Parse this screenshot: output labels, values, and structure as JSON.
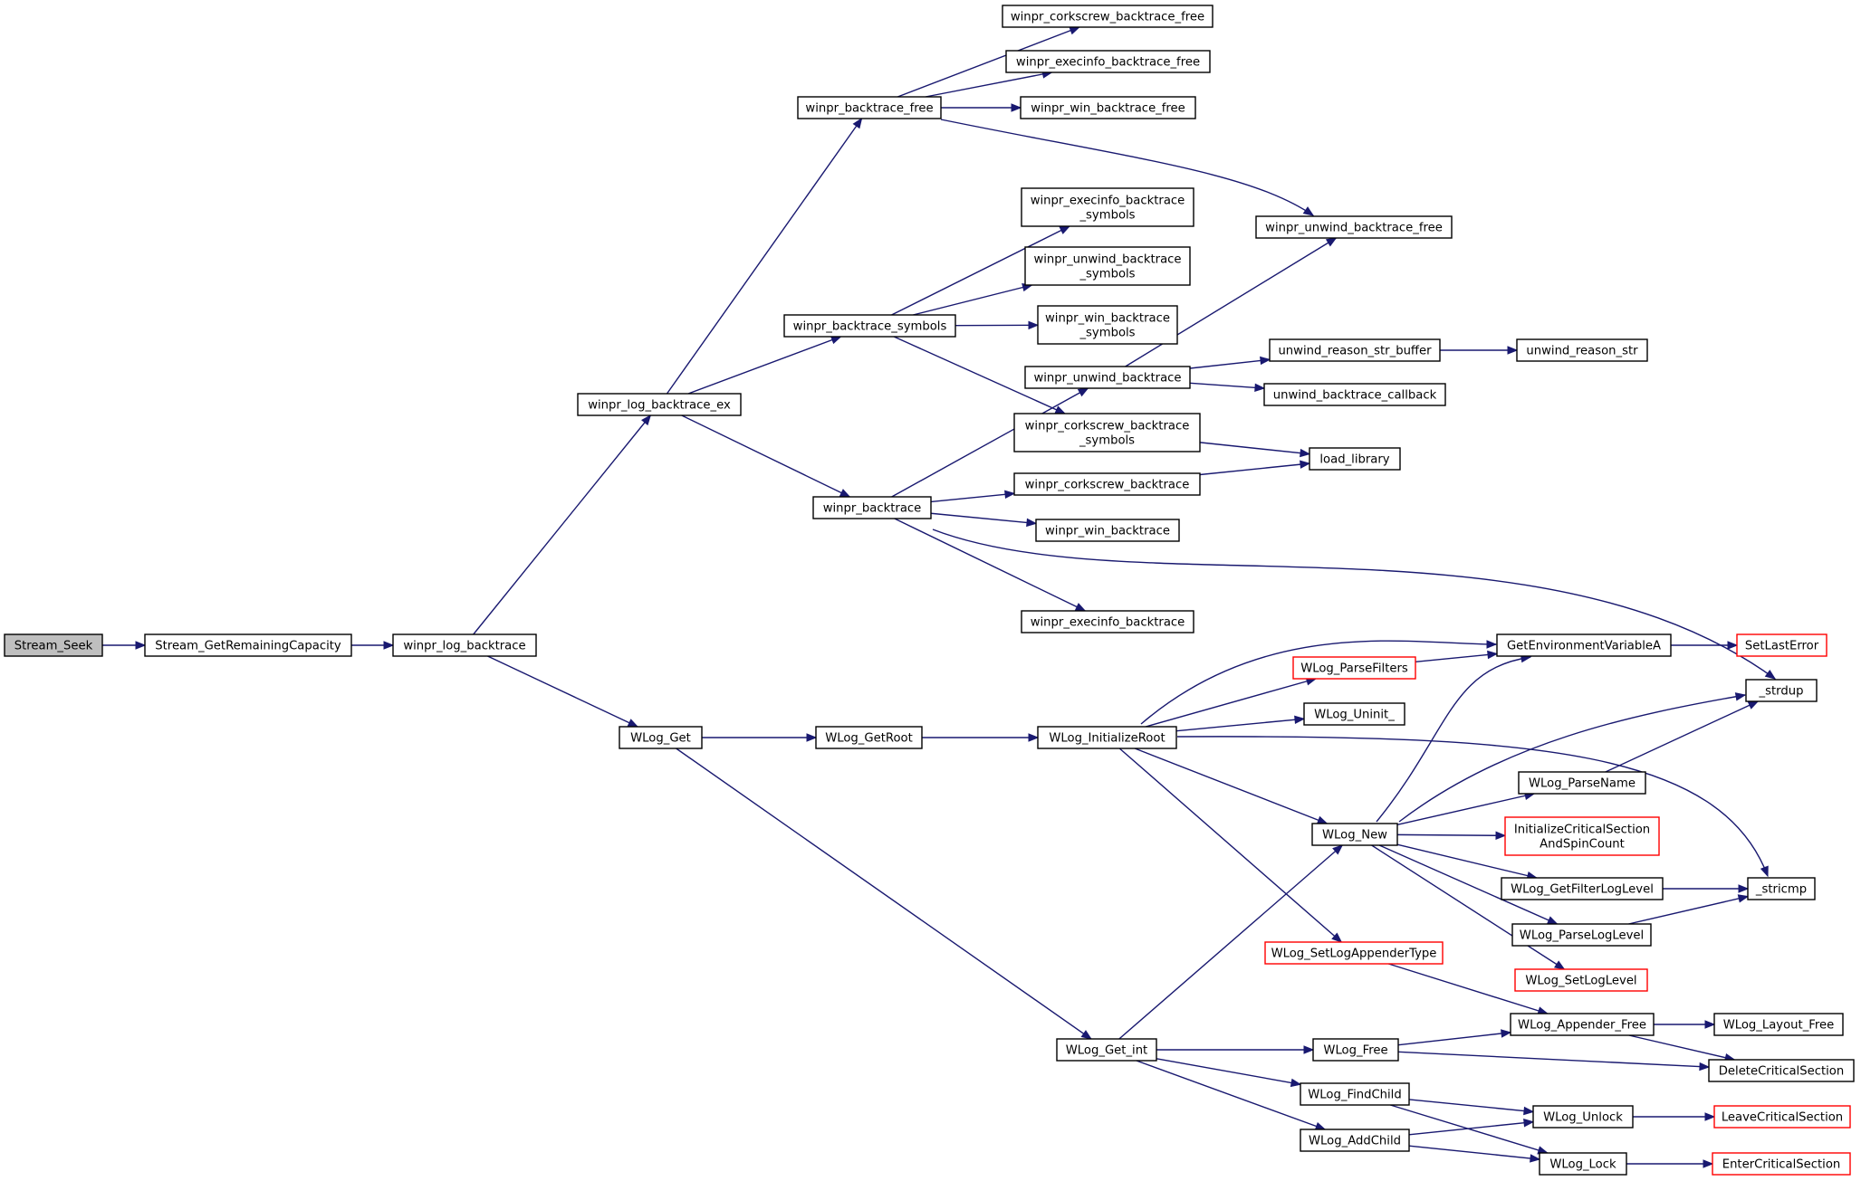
{
  "colors": {
    "edge": "#191970",
    "node_border": "#000000",
    "node_border_missing": "#ff0000",
    "node_fill": "#ffffff",
    "root_fill": "#bfbfbf"
  },
  "nodes": [
    {
      "id": "stream_seek",
      "lines": [
        "Stream_Seek"
      ],
      "root": true
    },
    {
      "id": "stream_getremainingcapacity",
      "lines": [
        "Stream_GetRemainingCapacity"
      ]
    },
    {
      "id": "winpr_log_backtrace",
      "lines": [
        "winpr_log_backtrace"
      ]
    },
    {
      "id": "winpr_log_backtrace_ex",
      "lines": [
        "winpr_log_backtrace_ex"
      ]
    },
    {
      "id": "winpr_backtrace_free",
      "lines": [
        "winpr_backtrace_free"
      ]
    },
    {
      "id": "winpr_corkscrew_backtrace_free",
      "lines": [
        "winpr_corkscrew_backtrace_free"
      ]
    },
    {
      "id": "winpr_execinfo_backtrace_free",
      "lines": [
        "winpr_execinfo_backtrace_free"
      ]
    },
    {
      "id": "winpr_win_backtrace_free",
      "lines": [
        "winpr_win_backtrace_free"
      ]
    },
    {
      "id": "winpr_unwind_backtrace_free",
      "lines": [
        "winpr_unwind_backtrace_free"
      ]
    },
    {
      "id": "winpr_backtrace_symbols",
      "lines": [
        "winpr_backtrace_symbols"
      ]
    },
    {
      "id": "winpr_execinfo_backtrace_symbols",
      "lines": [
        "winpr_execinfo_backtrace",
        "_symbols"
      ]
    },
    {
      "id": "winpr_unwind_backtrace_symbols",
      "lines": [
        "winpr_unwind_backtrace",
        "_symbols"
      ]
    },
    {
      "id": "winpr_win_backtrace_symbols",
      "lines": [
        "winpr_win_backtrace",
        "_symbols"
      ]
    },
    {
      "id": "winpr_corkscrew_backtrace_symbols",
      "lines": [
        "winpr_corkscrew_backtrace",
        "_symbols"
      ]
    },
    {
      "id": "winpr_unwind_backtrace",
      "lines": [
        "winpr_unwind_backtrace"
      ]
    },
    {
      "id": "unwind_reason_str_buffer",
      "lines": [
        "unwind_reason_str_buffer"
      ]
    },
    {
      "id": "unwind_reason_str",
      "lines": [
        "unwind_reason_str"
      ]
    },
    {
      "id": "unwind_backtrace_callback",
      "lines": [
        "unwind_backtrace_callback"
      ]
    },
    {
      "id": "load_library",
      "lines": [
        "load_library"
      ]
    },
    {
      "id": "winpr_backtrace",
      "lines": [
        "winpr_backtrace"
      ]
    },
    {
      "id": "winpr_corkscrew_backtrace",
      "lines": [
        "winpr_corkscrew_backtrace"
      ]
    },
    {
      "id": "winpr_win_backtrace",
      "lines": [
        "winpr_win_backtrace"
      ]
    },
    {
      "id": "winpr_execinfo_backtrace",
      "lines": [
        "winpr_execinfo_backtrace"
      ]
    },
    {
      "id": "strdup",
      "lines": [
        "_strdup"
      ]
    },
    {
      "id": "wlog_get",
      "lines": [
        "WLog_Get"
      ]
    },
    {
      "id": "wlog_getroot",
      "lines": [
        "WLog_GetRoot"
      ]
    },
    {
      "id": "wlog_initializeroot",
      "lines": [
        "WLog_InitializeRoot"
      ]
    },
    {
      "id": "getenvironmentvariablea",
      "lines": [
        "GetEnvironmentVariableA"
      ]
    },
    {
      "id": "setlasterror",
      "lines": [
        "SetLastError"
      ],
      "missing": true
    },
    {
      "id": "wlog_parsefilters",
      "lines": [
        "WLog_ParseFilters"
      ],
      "missing": true
    },
    {
      "id": "wlog_uninit",
      "lines": [
        "WLog_Uninit_"
      ]
    },
    {
      "id": "wlog_parsename",
      "lines": [
        "WLog_ParseName"
      ]
    },
    {
      "id": "wlog_new",
      "lines": [
        "WLog_New"
      ]
    },
    {
      "id": "initializecriticalsection",
      "lines": [
        "InitializeCriticalSection",
        "AndSpinCount"
      ],
      "missing": true
    },
    {
      "id": "wlog_getfilterloglevel",
      "lines": [
        "WLog_GetFilterLogLevel"
      ]
    },
    {
      "id": "stricmp",
      "lines": [
        "_stricmp"
      ]
    },
    {
      "id": "wlog_parseloglevel",
      "lines": [
        "WLog_ParseLogLevel"
      ]
    },
    {
      "id": "wlog_setloglevel",
      "lines": [
        "WLog_SetLogLevel"
      ],
      "missing": true
    },
    {
      "id": "wlog_setlogappendertype",
      "lines": [
        "WLog_SetLogAppenderType"
      ],
      "missing": true
    },
    {
      "id": "wlog_appender_free",
      "lines": [
        "WLog_Appender_Free"
      ]
    },
    {
      "id": "wlog_layout_free",
      "lines": [
        "WLog_Layout_Free"
      ]
    },
    {
      "id": "wlog_get_int",
      "lines": [
        "WLog_Get_int"
      ]
    },
    {
      "id": "wlog_free",
      "lines": [
        "WLog_Free"
      ]
    },
    {
      "id": "deletecriticalsection",
      "lines": [
        "DeleteCriticalSection"
      ]
    },
    {
      "id": "wlog_findchild",
      "lines": [
        "WLog_FindChild"
      ]
    },
    {
      "id": "wlog_unlock",
      "lines": [
        "WLog_Unlock"
      ]
    },
    {
      "id": "leavecriticalsection",
      "lines": [
        "LeaveCriticalSection"
      ],
      "missing": true
    },
    {
      "id": "wlog_addchild",
      "lines": [
        "WLog_AddChild"
      ]
    },
    {
      "id": "wlog_lock",
      "lines": [
        "WLog_Lock"
      ]
    },
    {
      "id": "entercriticalsection",
      "lines": [
        "EnterCriticalSection"
      ],
      "missing": true
    }
  ],
  "edges": [
    {
      "from": "stream_seek",
      "to": "stream_getremainingcapacity"
    },
    {
      "from": "stream_getremainingcapacity",
      "to": "winpr_log_backtrace"
    },
    {
      "from": "winpr_log_backtrace",
      "to": "winpr_log_backtrace_ex"
    },
    {
      "from": "winpr_log_backtrace",
      "to": "wlog_get"
    },
    {
      "from": "winpr_log_backtrace_ex",
      "to": "winpr_backtrace_free"
    },
    {
      "from": "winpr_log_backtrace_ex",
      "to": "winpr_backtrace_symbols"
    },
    {
      "from": "winpr_log_backtrace_ex",
      "to": "winpr_backtrace"
    },
    {
      "from": "winpr_backtrace_free",
      "to": "winpr_corkscrew_backtrace_free"
    },
    {
      "from": "winpr_backtrace_free",
      "to": "winpr_execinfo_backtrace_free"
    },
    {
      "from": "winpr_backtrace_free",
      "to": "winpr_win_backtrace_free"
    },
    {
      "from": "winpr_backtrace_free",
      "to": "winpr_unwind_backtrace_free"
    },
    {
      "from": "winpr_backtrace_symbols",
      "to": "winpr_execinfo_backtrace_symbols"
    },
    {
      "from": "winpr_backtrace_symbols",
      "to": "winpr_unwind_backtrace_symbols"
    },
    {
      "from": "winpr_backtrace_symbols",
      "to": "winpr_win_backtrace_symbols"
    },
    {
      "from": "winpr_backtrace_symbols",
      "to": "winpr_corkscrew_backtrace_symbols"
    },
    {
      "from": "winpr_backtrace",
      "to": "winpr_unwind_backtrace"
    },
    {
      "from": "winpr_backtrace",
      "to": "winpr_corkscrew_backtrace"
    },
    {
      "from": "winpr_backtrace",
      "to": "winpr_win_backtrace"
    },
    {
      "from": "winpr_backtrace",
      "to": "winpr_execinfo_backtrace"
    },
    {
      "from": "winpr_backtrace",
      "to": "strdup"
    },
    {
      "from": "winpr_unwind_backtrace",
      "to": "winpr_unwind_backtrace_free"
    },
    {
      "from": "winpr_unwind_backtrace",
      "to": "unwind_reason_str_buffer"
    },
    {
      "from": "winpr_unwind_backtrace",
      "to": "unwind_backtrace_callback"
    },
    {
      "from": "unwind_reason_str_buffer",
      "to": "unwind_reason_str"
    },
    {
      "from": "winpr_corkscrew_backtrace_symbols",
      "to": "load_library"
    },
    {
      "from": "winpr_corkscrew_backtrace",
      "to": "load_library"
    },
    {
      "from": "wlog_get",
      "to": "wlog_getroot"
    },
    {
      "from": "wlog_get",
      "to": "wlog_get_int"
    },
    {
      "from": "wlog_getroot",
      "to": "wlog_initializeroot"
    },
    {
      "from": "wlog_initializeroot",
      "to": "getenvironmentvariablea"
    },
    {
      "from": "wlog_initializeroot",
      "to": "wlog_parsefilters"
    },
    {
      "from": "wlog_initializeroot",
      "to": "wlog_uninit"
    },
    {
      "from": "wlog_initializeroot",
      "to": "stricmp"
    },
    {
      "from": "wlog_initializeroot",
      "to": "wlog_new"
    },
    {
      "from": "wlog_initializeroot",
      "to": "wlog_setlogappendertype"
    },
    {
      "from": "wlog_parsefilters",
      "to": "getenvironmentvariablea"
    },
    {
      "from": "getenvironmentvariablea",
      "to": "setlasterror"
    },
    {
      "from": "wlog_new",
      "to": "getenvironmentvariablea"
    },
    {
      "from": "wlog_new",
      "to": "strdup"
    },
    {
      "from": "wlog_new",
      "to": "wlog_parsename"
    },
    {
      "from": "wlog_new",
      "to": "initializecriticalsection"
    },
    {
      "from": "wlog_new",
      "to": "wlog_getfilterloglevel"
    },
    {
      "from": "wlog_new",
      "to": "wlog_parseloglevel"
    },
    {
      "from": "wlog_new",
      "to": "wlog_setloglevel"
    },
    {
      "from": "wlog_parsename",
      "to": "strdup"
    },
    {
      "from": "wlog_getfilterloglevel",
      "to": "stricmp"
    },
    {
      "from": "wlog_parseloglevel",
      "to": "stricmp"
    },
    {
      "from": "wlog_setlogappendertype",
      "to": "wlog_appender_free"
    },
    {
      "from": "wlog_appender_free",
      "to": "wlog_layout_free"
    },
    {
      "from": "wlog_appender_free",
      "to": "deletecriticalsection"
    },
    {
      "from": "wlog_get_int",
      "to": "wlog_new"
    },
    {
      "from": "wlog_get_int",
      "to": "wlog_free"
    },
    {
      "from": "wlog_get_int",
      "to": "wlog_findchild"
    },
    {
      "from": "wlog_get_int",
      "to": "wlog_addchild"
    },
    {
      "from": "wlog_free",
      "to": "wlog_appender_free"
    },
    {
      "from": "wlog_free",
      "to": "deletecriticalsection"
    },
    {
      "from": "wlog_findchild",
      "to": "wlog_unlock"
    },
    {
      "from": "wlog_findchild",
      "to": "wlog_lock"
    },
    {
      "from": "wlog_addchild",
      "to": "wlog_unlock"
    },
    {
      "from": "wlog_addchild",
      "to": "wlog_lock"
    },
    {
      "from": "wlog_unlock",
      "to": "leavecriticalsection"
    },
    {
      "from": "wlog_lock",
      "to": "entercriticalsection"
    }
  ]
}
